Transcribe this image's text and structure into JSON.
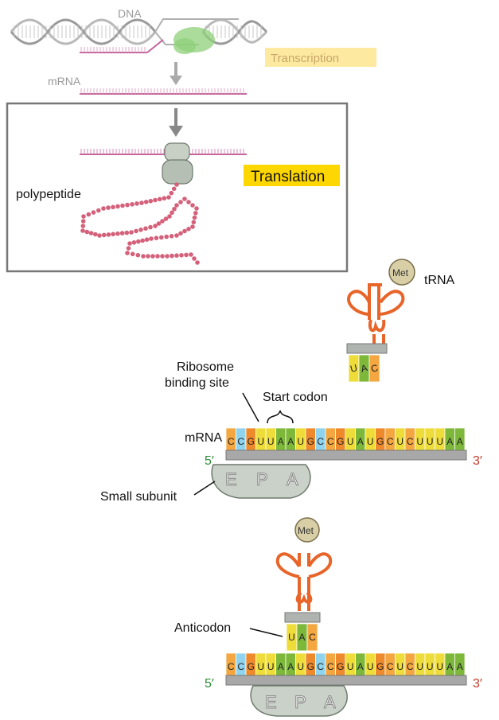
{
  "labels": {
    "dna": "DNA",
    "transcription": "Transcription",
    "mrna_top": "mRNA",
    "translation": "Translation",
    "polypeptide": "polypeptide",
    "trna": "tRNA",
    "met_1": "Met",
    "met_2": "Met",
    "ribosome_binding_site_line1": "Ribosome",
    "ribosome_binding_site_line2": "binding site",
    "start_codon": "Start codon",
    "mrna_mid": "mRNA",
    "five_prime_1": "5′",
    "three_prime_1": "3′",
    "five_prime_2": "5′",
    "three_prime_2": "3′",
    "small_subunit": "Small subunit",
    "anticodon": "Anticodon",
    "site_e_1": "E",
    "site_p_1": "P",
    "site_a_1": "A",
    "site_e_2": "E",
    "site_p_2": "P",
    "site_a_2": "A"
  },
  "mrna_sequence": [
    "C",
    "C",
    "G",
    "U",
    "U",
    "A",
    "A",
    "U",
    "G",
    "C",
    "C",
    "G",
    "U",
    "A",
    "U",
    "G",
    "C",
    "U",
    "C",
    "U",
    "U",
    "U",
    "A",
    "A"
  ],
  "anticodon_top": [
    "U",
    "A",
    "C"
  ],
  "anticodon_bottom": [
    "U",
    "A",
    "C"
  ],
  "colors": {
    "A": "#7db83a",
    "U": "#eedc3a",
    "G": "#ee8a2c",
    "C": "#f4a640",
    "C_alt": "#8fd3ee",
    "highlight_yellow": "#ffd700",
    "highlight_pale": "#fde9a0",
    "trna_orange": "#e8652a",
    "rna_pink": "#c2639a",
    "five_prime": "#2e8b3a",
    "three_prime": "#c0392b"
  }
}
